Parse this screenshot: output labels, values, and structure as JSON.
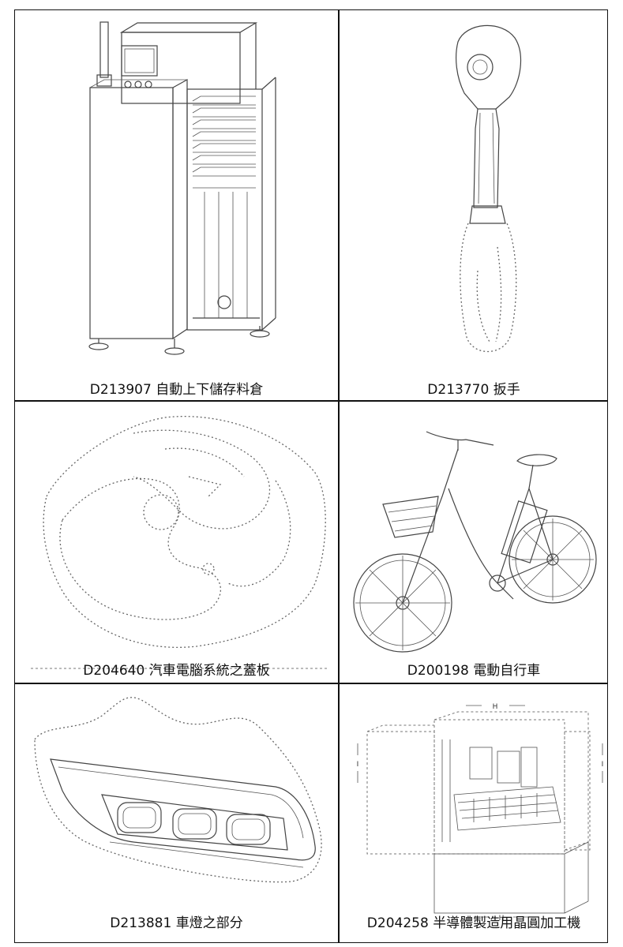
{
  "designs": [
    {
      "code": "D213907",
      "title": "自動上下儲存料倉"
    },
    {
      "code": "D213770",
      "title": "扳手"
    },
    {
      "code": "D204640",
      "title": "汽車電腦系統之蓋板"
    },
    {
      "code": "D200198",
      "title": "電動自行車"
    },
    {
      "code": "D213881",
      "title": "車燈之部分"
    },
    {
      "code": "D204258",
      "title": "半導體製造用晶圓加工機"
    }
  ],
  "dimension_marks": {
    "h_top": "H",
    "h_bottom": "H",
    "i_left": "I",
    "i_right": "I"
  }
}
